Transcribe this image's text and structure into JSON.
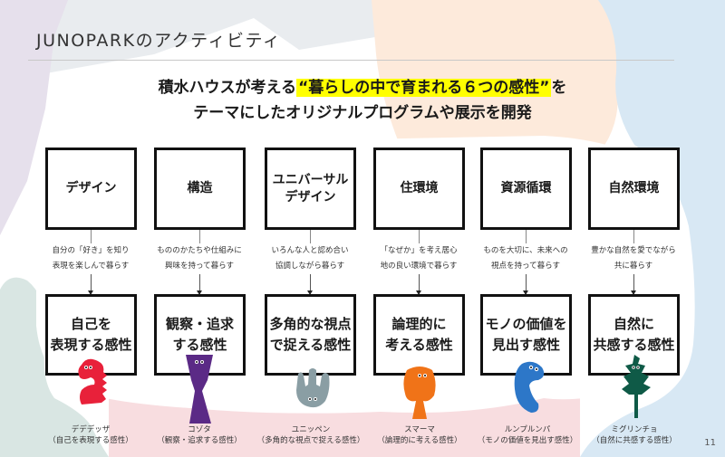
{
  "page": {
    "title": "JUNOPARKのアクティビティ",
    "page_number": "11"
  },
  "headline": {
    "line1_prefix": "積水ハウスが考える",
    "line1_highlight": "“暮らしの中で育まれる６つの感性”",
    "line1_suffix": "を",
    "line2": "テーマにしたオリジナルプログラムや展示を開発"
  },
  "colors": {
    "highlight": "#ffff00",
    "box_border": "#111111",
    "bg_lavender": "#e6e0ec",
    "bg_peach": "#fdeadb",
    "bg_lightblue": "#d8e8f4",
    "bg_mint": "#d9e6e3",
    "bg_pink": "#f8dde0",
    "bg_gray": "#e9ecef"
  },
  "columns": [
    {
      "theme": "デザイン",
      "description": "自分の「好き」を知り\n表現を楽しんで暮らす",
      "sensibility": "自己を\n表現する感性",
      "character_name": "デデデッザ",
      "character_caption": "（自己を表現する感性）",
      "character_color": "#e8213a"
    },
    {
      "theme": "構造",
      "description": "もののかたちや仕組みに\n興味を持って暮らす",
      "sensibility": "観察・追求\nする感性",
      "character_name": "コゾタ",
      "character_caption": "（観察・追求する感性）",
      "character_color": "#5b2a86"
    },
    {
      "theme": "ユニバーサル\nデザイン",
      "description": "いろんな人と認め合い\n協調しながら暮らす",
      "sensibility": "多角的な視点\nで捉える感性",
      "character_name": "ユニッペン",
      "character_caption": "（多角的な視点で捉える感性）",
      "character_color": "#8a9ea4"
    },
    {
      "theme": "住環境",
      "description": "「なぜか」を考え居心\n地の良い環境で暮らす",
      "sensibility": "論理的に\n考える感性",
      "character_name": "スマーマ",
      "character_caption": "（論理的に考える感性）",
      "character_color": "#f07318"
    },
    {
      "theme": "資源循環",
      "description": "ものを大切に、未来への\n視点を持って暮らす",
      "sensibility": "モノの価値を\n見出す感性",
      "character_name": "ルンプルンパ",
      "character_caption": "（モノの価値を見出す感性）",
      "character_color": "#2d77c8"
    },
    {
      "theme": "自然環境",
      "description": "豊かな自然を愛でながら\n共に暮らす",
      "sensibility": "自然に\n共感する感性",
      "character_name": "ミグリンチョ",
      "character_caption": "（自然に共感する感性）",
      "character_color": "#0f5a47"
    }
  ]
}
